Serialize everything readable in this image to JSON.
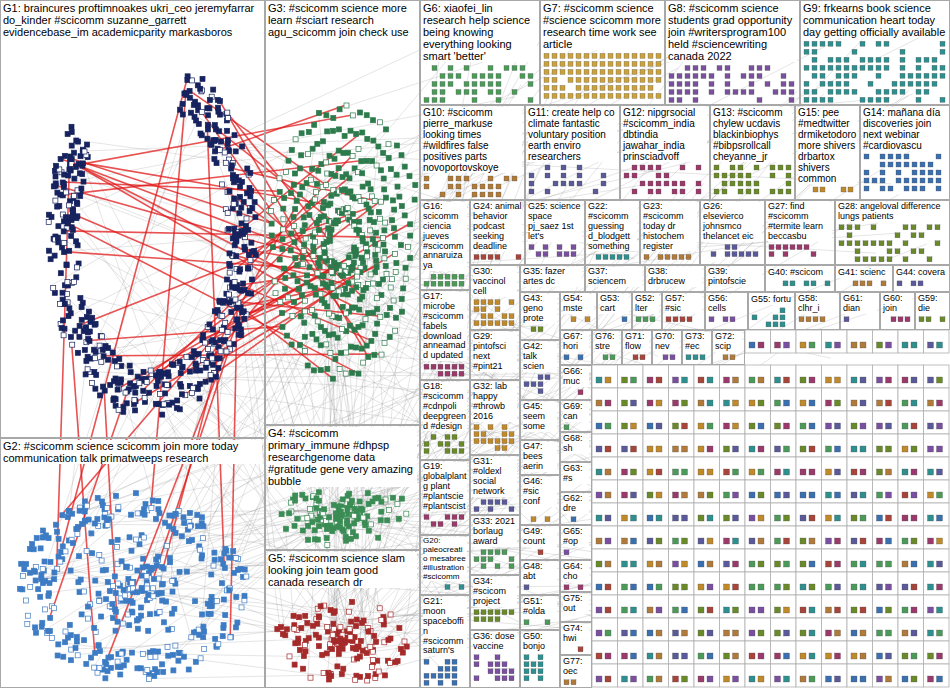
{
  "diagram": {
    "nodes": [
      {
        "text": [
          "G1: braincures proftimnoakes ukri_ceo jeremyfarrar do_kinder #scicomm suzanne_garrett evidencebase_im academicparity markasboros"
        ]
      },
      {
        "text": [
          "G3: #scicomm science more learn #sciart research agu_scicomm join check use"
        ]
      },
      {
        "text": [
          "G6: xiaofei_lin research help science being knowing everything looking smart 'better'"
        ]
      },
      {
        "text": [
          "G7: #scicomm science #science scicomm more research time work see article"
        ]
      },
      {
        "text": [
          "G8: #scicomm science students grad opportunity join #writersprogram100 held #sciencewriting canada 2022"
        ]
      },
      {
        "text": [
          "G9: frkearns book science communication heart today day getting officially available"
        ]
      },
      {
        "text": [
          "G10: #scicomm pierre_markuse looking times #wildfires false positives parts novoportovskoye"
        ]
      },
      {
        "text": [
          "G11: create help co climate fantastic voluntary position earth enviro researchers"
        ]
      },
      {
        "text": [
          "G12: nipgrsocial #scicomm_india dbtindia jawahar_india prinsciadvoff"
        ]
      },
      {
        "text": [
          "G13: #scicomm chylew ucdavis blackinbiophys #bibpsrollcall cheyanne_jr"
        ]
      },
      {
        "text": [
          "G15: pee #medtwitter drmiketodoro more shivers drbartox shivers common"
        ]
      },
      {
        "text": [
          "G14: mañana día discoveries join next webinar #cardiovascu"
        ]
      },
      {
        "text": [
          "G16: scicomm ciencia jueves #scicomm annaruizaya"
        ]
      },
      {
        "text": [
          "G24: animal behavior podcast seeking deadline"
        ]
      },
      {
        "text": [
          "G25: science space pj_saez 1st let's"
        ]
      },
      {
        "text": [
          "G22: #scicomm guessing d_blodgett something"
        ]
      },
      {
        "text": [
          "G23: #scicomm today dr histochem register"
        ]
      },
      {
        "text": [
          "G26: elsevierco johnsmco thelancet eic"
        ]
      },
      {
        "text": [
          "G27: find #scicomm #termite learn beccasbu"
        ]
      },
      {
        "text": [
          "G28: angeloval difference lungs patients"
        ]
      },
      {
        "text": [
          "G30: vaccinol cell"
        ]
      },
      {
        "text": [
          "G35: fazer artes dc"
        ]
      },
      {
        "text": [
          "G37: sciencem"
        ]
      },
      {
        "text": [
          "G38: drbrucew"
        ]
      },
      {
        "text": [
          "G39: pintofscie"
        ]
      },
      {
        "text": [
          "G40: #scicom"
        ]
      },
      {
        "text": [
          "G41: scienc"
        ]
      },
      {
        "text": [
          "G44: covera"
        ]
      },
      {
        "text": [
          "G17: microbe #scicomm fabels download anneamadd updated"
        ]
      },
      {
        "text": [
          "G43: geno prote"
        ]
      },
      {
        "text": [
          "G54: mste"
        ]
      },
      {
        "text": [
          "G53: cart"
        ]
      },
      {
        "text": [
          "G52: lter"
        ]
      },
      {
        "text": [
          "G57: #sic"
        ]
      },
      {
        "text": [
          "G56: cells"
        ]
      },
      {
        "text": [
          "G55: fortu"
        ]
      },
      {
        "text": [
          "G58: clhr_i"
        ]
      },
      {
        "text": [
          "G61: dian"
        ]
      },
      {
        "text": [
          "G60: join"
        ]
      },
      {
        "text": [
          "G59: die"
        ]
      },
      {
        "text": [
          "G29: pintofsci next #pint21"
        ]
      },
      {
        "text": [
          "G67: hori"
        ]
      },
      {
        "text": [
          "G76: stre"
        ]
      },
      {
        "text": [
          "G71: flow"
        ]
      },
      {
        "text": [
          "G70: nev"
        ]
      },
      {
        "text": [
          "G73: #ec"
        ]
      },
      {
        "text": [
          "G72: scip"
        ]
      },
      {
        "text": [
          "G42: talk scien"
        ]
      },
      {
        "text": [
          "G66: muc"
        ]
      },
      {
        "text": [
          "G18: #scicomm #cdnpoli deepgreend #design"
        ]
      },
      {
        "text": [
          "G32: lab happy #throwb 2016"
        ]
      },
      {
        "text": [
          "G45: seem some"
        ]
      },
      {
        "text": [
          "G69: can"
        ]
      },
      {
        "text": [
          "G4: #scicomm primary_immune #dhpsp researchgenome data #gratitude gene very amazing bubble"
        ]
      },
      {
        "text": [
          "G47: bees aerin"
        ]
      },
      {
        "text": [
          "G68: sh"
        ]
      },
      {
        "text": [
          "G2: #scicomm science scicomm join more today communication talk primatweeps research"
        ]
      },
      {
        "text": [
          "G31: #oldexl social network"
        ]
      },
      {
        "text": [
          "G19: globalplantg plant #plantscie #plantscist"
        ]
      },
      {
        "text": [
          "G63: #s"
        ]
      },
      {
        "text": [
          "G46: #sic conf"
        ]
      },
      {
        "text": [
          "G62: dre"
        ]
      },
      {
        "text": [
          "G33: 2021 borlaug award"
        ]
      },
      {
        "text": [
          "G49: count"
        ]
      },
      {
        "text": [
          "G65: #op"
        ]
      },
      {
        "text": [
          "G20: paleocreatio mesabree #illustration #scicomm"
        ]
      },
      {
        "text": [
          "G5: #scicomm science slam looking join team good canada research dr"
        ]
      },
      {
        "text": [
          "G48: abt"
        ]
      },
      {
        "text": [
          "G64: cho"
        ]
      },
      {
        "text": [
          "G34: #scicom project"
        ]
      },
      {
        "text": [
          "G75: out"
        ]
      },
      {
        "text": [
          "G21: moon spaceboffin #scicomm saturn's"
        ]
      },
      {
        "text": [
          "G51: #olda"
        ]
      },
      {
        "text": [
          "G74: hwi"
        ]
      },
      {
        "text": [
          "G36: dose vaccine"
        ]
      },
      {
        "text": [
          "G50: bonjo"
        ]
      },
      {
        "text": [
          "G77: oec"
        ]
      }
    ]
  }
}
